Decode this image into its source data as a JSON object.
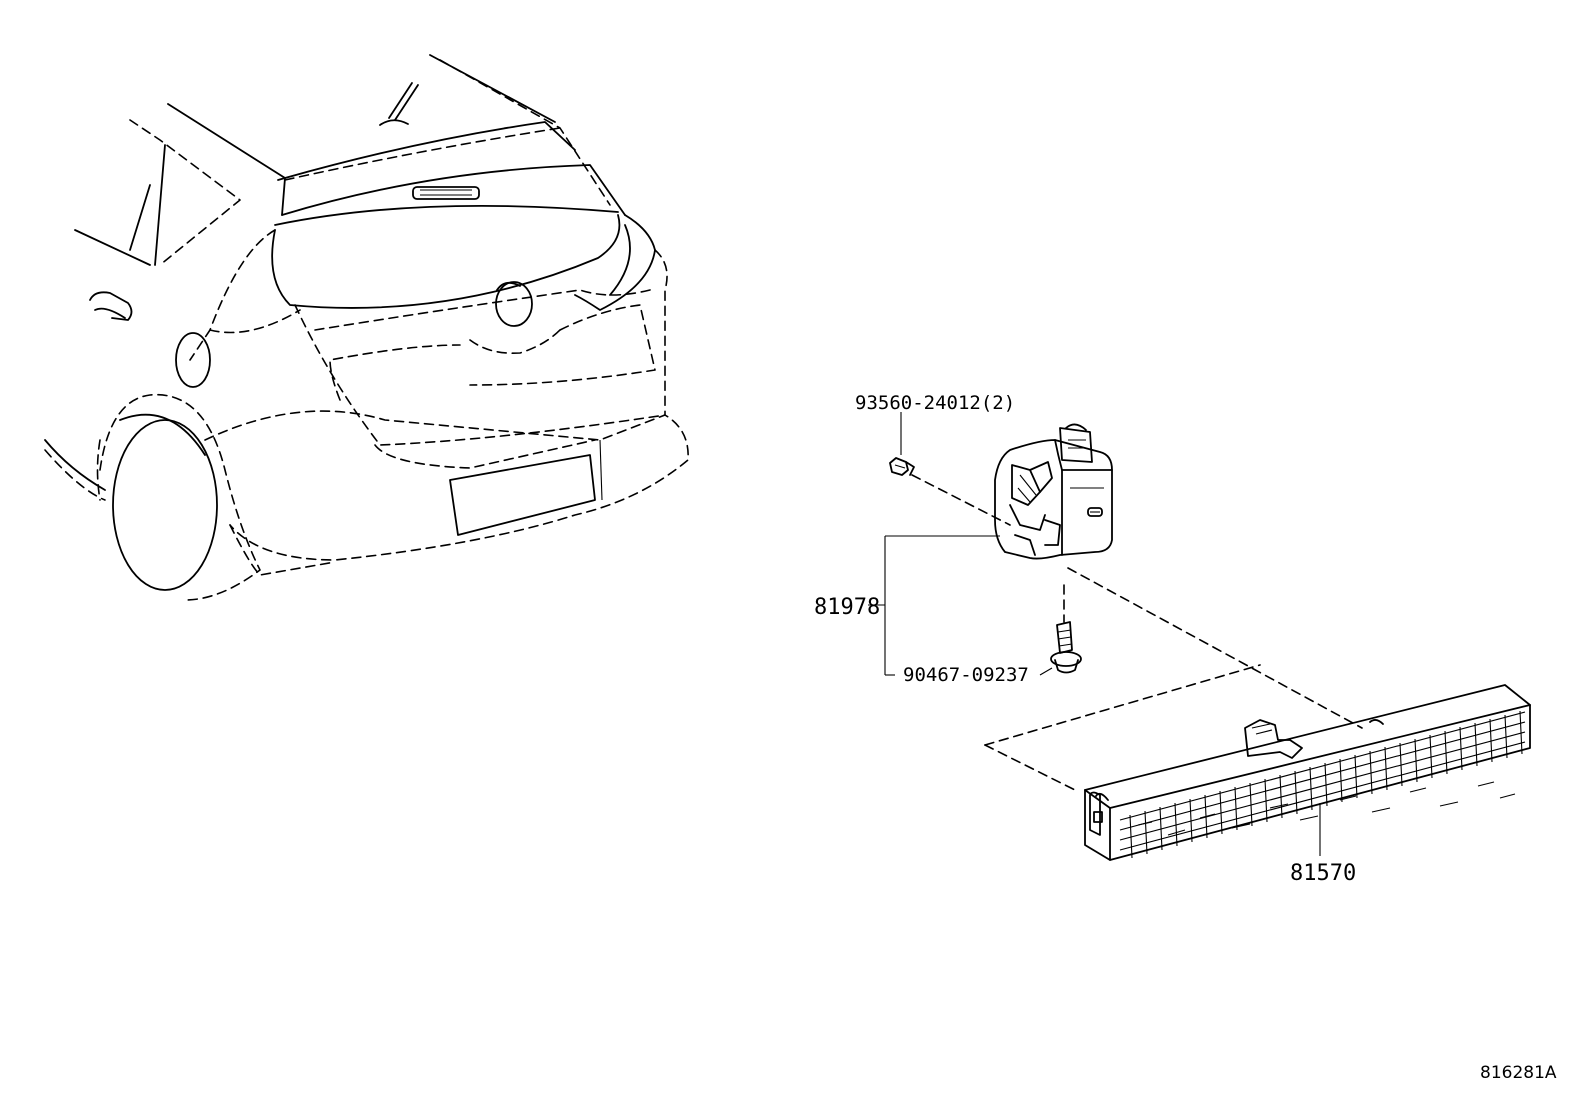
{
  "callouts": {
    "bolt_upper": "93560-24012(2)",
    "bracket_assy": "81978",
    "screw_lower": "90467-09237",
    "stop_lamp": "81570"
  },
  "reference_code": "816281A"
}
